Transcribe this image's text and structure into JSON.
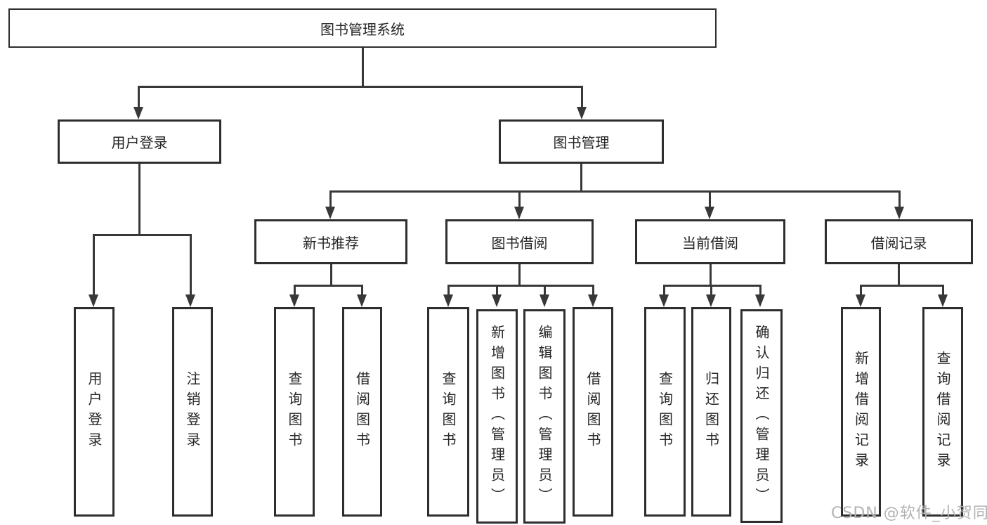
{
  "tree": {
    "root": "图书管理系统",
    "children": [
      {
        "label": "用户登录",
        "children": [
          "用户登录",
          "注销登录"
        ]
      },
      {
        "label": "图书管理",
        "children": [
          {
            "label": "新书推荐",
            "children": [
              "查询图书",
              "借阅图书"
            ]
          },
          {
            "label": "图书借阅",
            "children": [
              "查询图书",
              "新增图书（管理员）",
              "编辑图书（管理员）",
              "借阅图书"
            ]
          },
          {
            "label": "当前借阅",
            "children": [
              "查询图书",
              "归还图书",
              "确认归还（管理员）"
            ]
          },
          {
            "label": "借阅记录",
            "children": [
              "新增借阅记录",
              "查询借阅记录"
            ]
          }
        ]
      }
    ]
  },
  "watermark": "CSDN @软件_小贺同学",
  "colors": {
    "line": "#383838",
    "border": "#2e2e2e",
    "text": "#262626",
    "watermark": "#b3b3b3",
    "background": "#ffffff"
  }
}
